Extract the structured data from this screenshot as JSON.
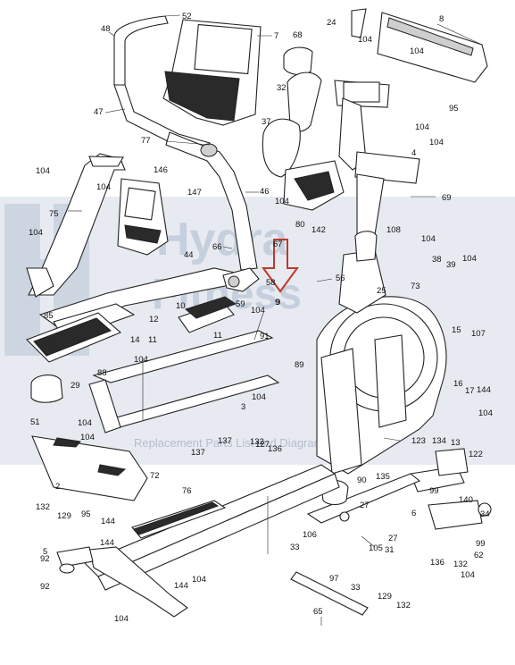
{
  "watermark": {
    "brand_letters": "Hydra",
    "brand_line2": "Fitness",
    "tagline": "Replacement Parts List and Diagram"
  },
  "indicator_arrow": {
    "label": "9",
    "color": "#c0392b"
  },
  "part_labels": [
    "52",
    "48",
    "7",
    "24",
    "104",
    "68",
    "8",
    "104",
    "95",
    "47",
    "32",
    "104",
    "37",
    "104",
    "77",
    "4",
    "104",
    "146",
    "46",
    "69",
    "147",
    "104",
    "75",
    "104",
    "80",
    "104",
    "142",
    "66",
    "67",
    "108",
    "104",
    "44",
    "38",
    "39",
    "104",
    "58",
    "56",
    "25",
    "73",
    "10",
    "9",
    "59",
    "104",
    "85",
    "12",
    "14",
    "11",
    "11",
    "91",
    "89",
    "15",
    "107",
    "88",
    "104",
    "29",
    "16",
    "17",
    "144",
    "104",
    "51",
    "104",
    "3",
    "104",
    "123",
    "134",
    "13",
    "137",
    "137",
    "132",
    "136",
    "122",
    "2",
    "72",
    "104",
    "127",
    "135",
    "99",
    "95",
    "76",
    "90",
    "27",
    "140",
    "34",
    "132",
    "129",
    "144",
    "92",
    "6",
    "5",
    "144",
    "106",
    "33",
    "31",
    "105",
    "99",
    "27",
    "136",
    "132",
    "62",
    "104",
    "92",
    "97",
    "33",
    "144",
    "104",
    "65",
    "129",
    "132",
    "104"
  ]
}
